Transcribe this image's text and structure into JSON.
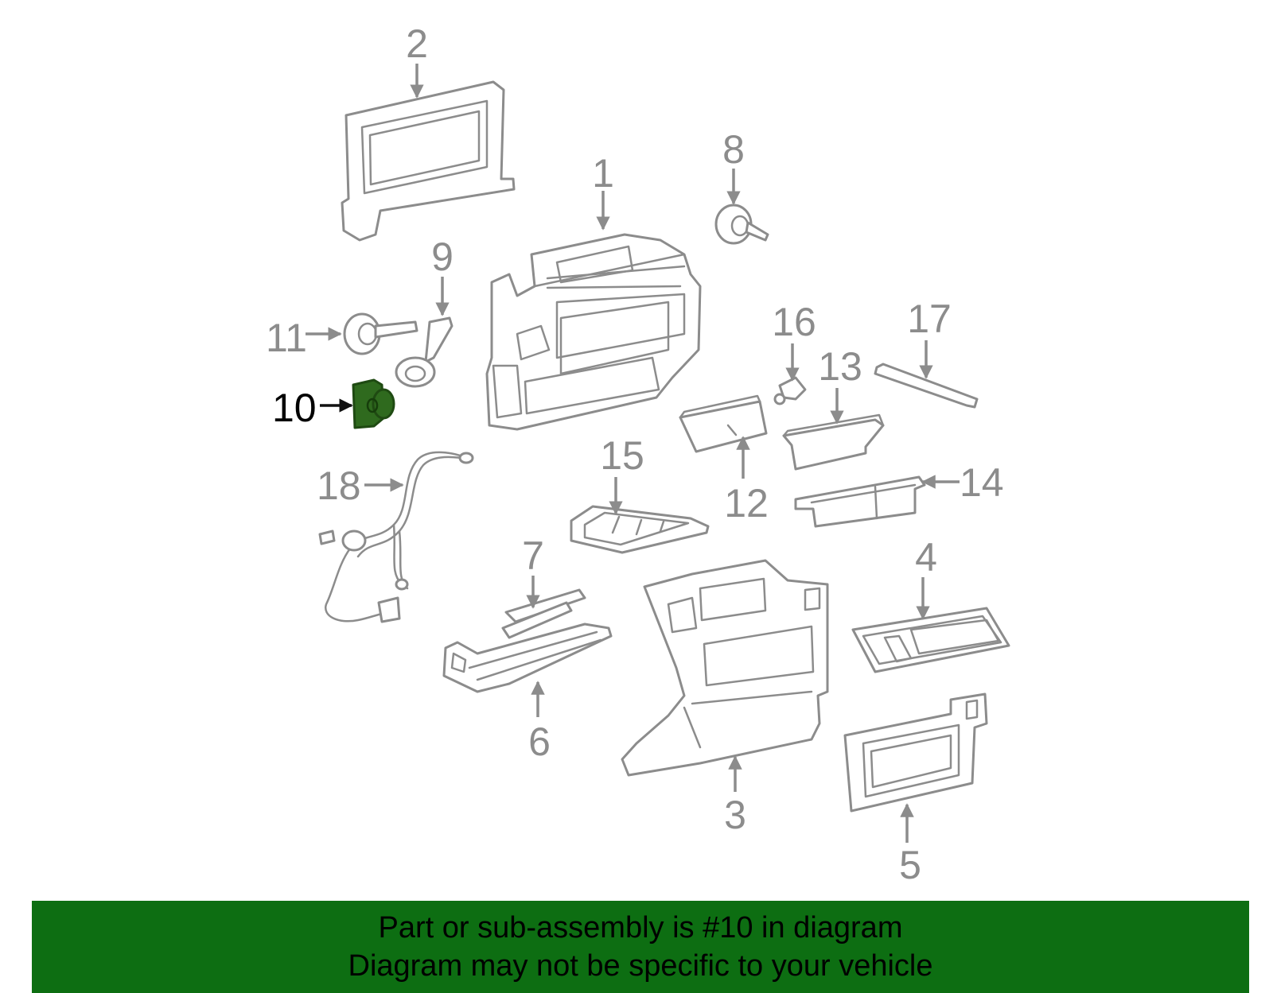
{
  "diagram": {
    "highlight_color": "#2f6a1e",
    "line_color": "#8c8c8c",
    "callouts": {
      "c1": "1",
      "c2": "2",
      "c3": "3",
      "c4": "4",
      "c5": "5",
      "c6": "6",
      "c7": "7",
      "c8": "8",
      "c9": "9",
      "c10": "10",
      "c11": "11",
      "c12": "12",
      "c13": "13",
      "c14": "14",
      "c15": "15",
      "c16": "16",
      "c17": "17",
      "c18": "18"
    }
  },
  "banner": {
    "background": "#0d6e12",
    "line1": "Part or sub-assembly is #10 in diagram",
    "line2": "Diagram may not be specific to your vehicle"
  }
}
